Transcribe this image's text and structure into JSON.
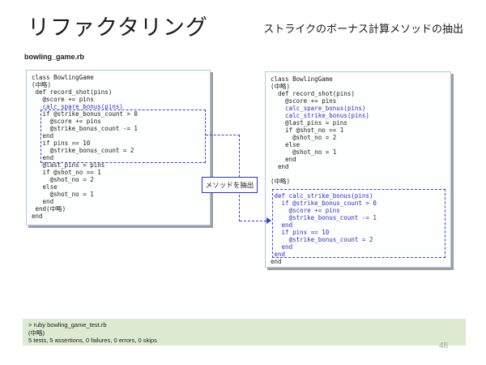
{
  "slide": {
    "title": "リファクタリング",
    "subtitle": "ストライクのボーナス計算メソッドの抽出",
    "file_label": "bowling_game.rb",
    "page_number": "48"
  },
  "annotation": {
    "label": "メソッドを抽出"
  },
  "colors": {
    "accent_blue": "#2a2ec4",
    "dashed_border_blue": "#3a41d8",
    "box_border_blue": "#b4c5e4",
    "shadow_gray": "#99a0a0",
    "terminal_green": "#dcead2"
  },
  "before_code": {
    "lines": [
      {
        "t": "class BowlingGame",
        "c": "k"
      },
      {
        "t": "(中略)",
        "c": "k"
      },
      {
        "t": " def record_shot(pins)",
        "c": "k"
      },
      {
        "t": "   @score += pins",
        "c": "k"
      },
      {
        "t": "   calc_spare_bonus(pins)",
        "c": "b"
      },
      {
        "t": "   if @strike_bonus_count > 0",
        "c": "k"
      },
      {
        "t": "     @score += pins",
        "c": "k"
      },
      {
        "t": "     @strike_bonus_count -= 1",
        "c": "k"
      },
      {
        "t": "   end",
        "c": "k"
      },
      {
        "t": "   if pins == 10",
        "c": "k"
      },
      {
        "t": "     @strike_bonus_count = 2",
        "c": "k"
      },
      {
        "t": "   end",
        "c": "k"
      },
      {
        "t": "   @last_pins = pins",
        "c": "k"
      },
      {
        "t": "   if @shot_no == 1",
        "c": "k"
      },
      {
        "t": "     @shot_no = 2",
        "c": "k"
      },
      {
        "t": "   else",
        "c": "k"
      },
      {
        "t": "     @shot_no = 1",
        "c": "k"
      },
      {
        "t": "   end",
        "c": "k"
      },
      {
        "t": " end(中略)",
        "c": "k"
      },
      {
        "t": "end",
        "c": "k"
      }
    ]
  },
  "after_code": {
    "lines": [
      {
        "t": "class BowlingGame",
        "c": "k"
      },
      {
        "t": "(中略)",
        "c": "k"
      },
      {
        "t": "  def record_shot(pins)",
        "c": "k"
      },
      {
        "t": "    @score += pins",
        "c": "k"
      },
      {
        "t": "    calc_spare_bonus(pins)",
        "c": "b"
      },
      {
        "t": "    calc_strike_bonus(pins)",
        "c": "b"
      },
      {
        "t": "    @last_pins = pins",
        "c": "k"
      },
      {
        "t": "    if @shot_no == 1",
        "c": "k"
      },
      {
        "t": "      @shot_no = 2",
        "c": "k"
      },
      {
        "t": "    else",
        "c": "k"
      },
      {
        "t": "      @shot_no = 1",
        "c": "k"
      },
      {
        "t": "    end",
        "c": "k"
      },
      {
        "t": "  end",
        "c": "k"
      },
      {
        "t": "",
        "c": "k"
      },
      {
        "t": "(中略)",
        "c": "k"
      },
      {
        "t": "",
        "c": "k"
      },
      {
        "t": " def calc_strike_bonus(pins)",
        "c": "b"
      },
      {
        "t": "   if @strike_bonus_count > 0",
        "c": "b"
      },
      {
        "t": "     @score += pins",
        "c": "b"
      },
      {
        "t": "     @strike_bonus_count -= 1",
        "c": "b"
      },
      {
        "t": "   end",
        "c": "b"
      },
      {
        "t": "   if pins == 10",
        "c": "b"
      },
      {
        "t": "     @strike_bonus_count = 2",
        "c": "b"
      },
      {
        "t": "   end",
        "c": "b"
      },
      {
        "t": " end",
        "c": "b"
      },
      {
        "t": "end",
        "c": "k"
      }
    ]
  },
  "terminal": {
    "lines": [
      {
        "t": "> ruby bowling_game_test.rb",
        "c": "k"
      },
      {
        "t": "(中略)",
        "c": "k"
      },
      {
        "t": "5 tests, 5 assertions, 0 failures, 0 errors, 0 skips",
        "c": "k"
      }
    ]
  }
}
